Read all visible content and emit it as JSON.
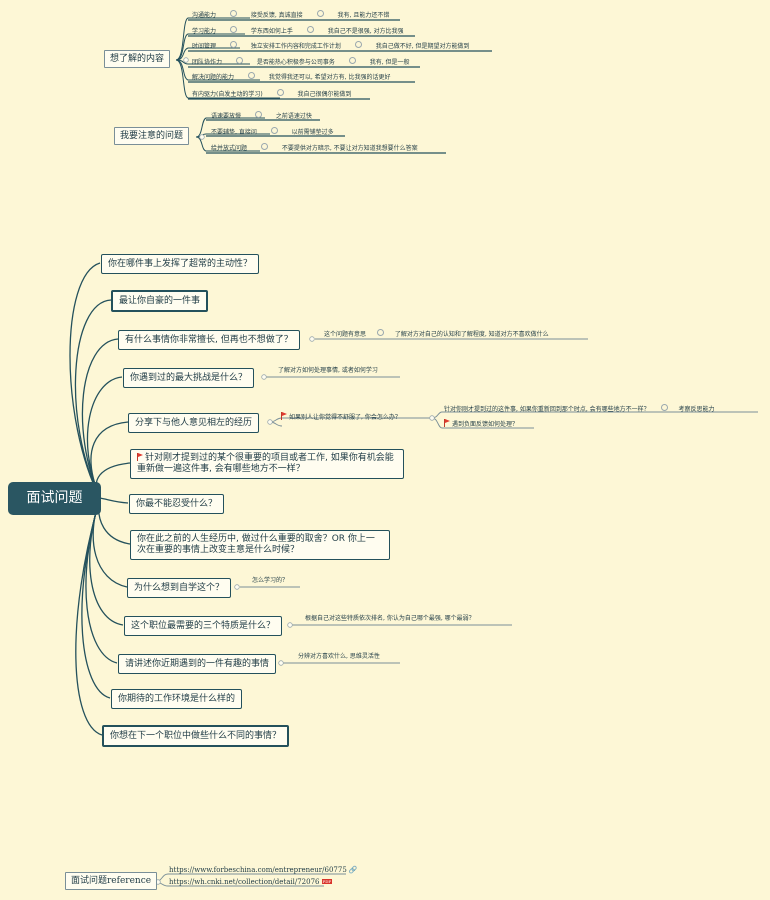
{
  "root": {
    "label": "面试问题"
  },
  "top_group_1": {
    "label": "想了解的内容",
    "rows": [
      {
        "topic": "沟通能力",
        "q": "接受反馈, 真诚直接",
        "a": "我有, 且能力还不错"
      },
      {
        "topic": "学习能力",
        "q": "学东西如何上手",
        "a": "我自己不是很强, 对方比我强"
      },
      {
        "topic": "时间管理",
        "q": "独立安排工作内容和完成工作计划",
        "a": "我自己做不好, 但是期望对方能做到"
      },
      {
        "topic": "团队协作力",
        "q": "是否能热心积极参与公司事务",
        "a": "我有, 但是一般"
      },
      {
        "topic": "解决问题的能力",
        "q": "我觉得我还可以, 希望对方有, 比我强的话更好",
        "a": ""
      },
      {
        "topic": "有内驱力(自发主动的学习)",
        "q": "我自己很偶尔能做到",
        "a": ""
      }
    ]
  },
  "top_group_2": {
    "label": "我要注意的问题",
    "rows": [
      {
        "topic": "语速要放慢",
        "note": "之前语速过快"
      },
      {
        "topic": "不要辅垫, 直接问",
        "note": "以前需铺垫过多"
      },
      {
        "topic": "给并放式问题",
        "note": "不要提供对方暗示, 不要让对方知道我想要什么答案"
      }
    ]
  },
  "questions": [
    {
      "label": "你在哪件事上发挥了超常的主动性？",
      "note": ""
    },
    {
      "label": "最让你自豪的一件事",
      "note": ""
    },
    {
      "label": "有什么事情你非常擅长, 但再也不想做了？",
      "note": "这个问题有意思",
      "note2": "了解对方对自己的认知和了解程度, 知道对方不喜欢做什么"
    },
    {
      "label": "你遇到过的最大挑战是什么？",
      "note": "了解对方如何处理事情, 或者如何学习"
    },
    {
      "label": "分享下与他人意见相左的经历",
      "follow1": "如果别人让你觉得不舒服了, 你会怎么办？",
      "follow1_detail": "针对你刚才提到过的这件事, 如果你重新回到那个时点, 会有哪些地方不一样？",
      "follow1_detail_note": "考察反思能力",
      "follow2": "遇到负面反馈如何处理？"
    },
    {
      "label": "针对刚才提到过的某个很重要的项目或者工作, 如果你有机会能重新做一遍这件事, 会有哪些地方不一样？"
    },
    {
      "label": "你最不能忍受什么？"
    },
    {
      "label": "你在此之前的人生经历中, 做过什么重要的取舍？OR 你上一次在重要的事情上改变主意是什么时候？"
    },
    {
      "label": "为什么想到自学这个？",
      "note": "怎么学习的？"
    },
    {
      "label": "这个职位最需要的三个特质是什么？",
      "note": "根据自己对这些特质依次排名, 你认为自己哪个最强, 哪个最弱？"
    },
    {
      "label": "请讲述你近期遇到的一件有趣的事情",
      "note": "分辨对方喜欢什么, 思维灵活性"
    },
    {
      "label": "你期待的工作环境是什么样的"
    },
    {
      "label": "你想在下一个职位中做些什么不同的事情？"
    }
  ],
  "reference": {
    "label": "面试问题reference",
    "links": [
      "https://www.forbeschina.com/entrepreneur/60775",
      "https://wh.cnki.net/collection/detail/72076"
    ],
    "pdf_label": "PDF"
  },
  "colors": {
    "root_bg": "#2a5662",
    "line": "#24515c",
    "background": "#fdf7d6"
  }
}
